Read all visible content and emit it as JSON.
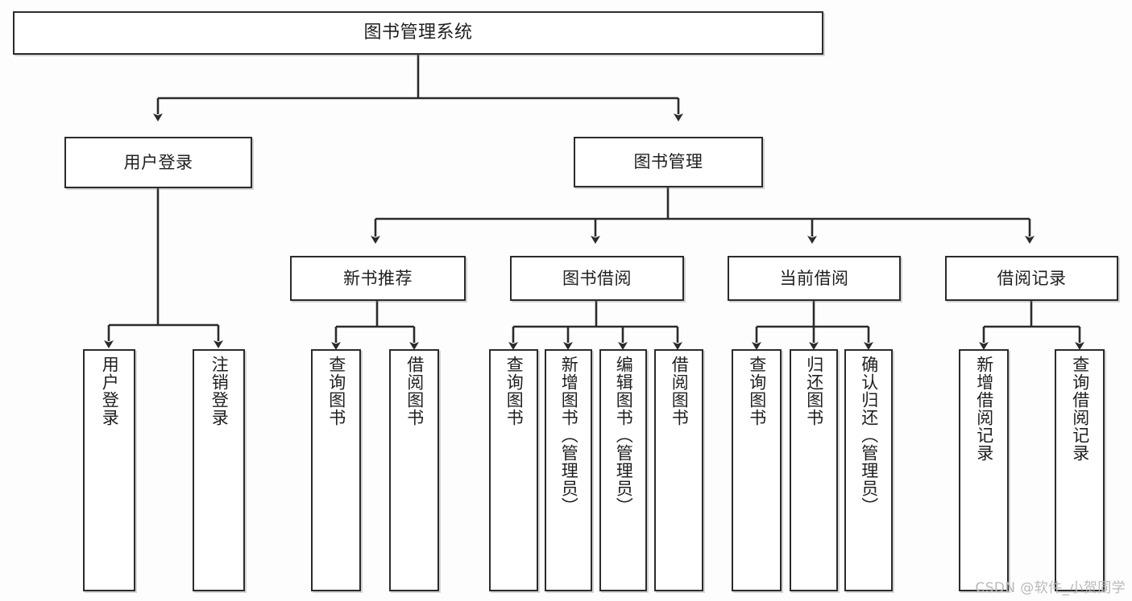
{
  "diagram": {
    "type": "tree",
    "title": "图书管理系统",
    "orientation": "top-down",
    "colors": {
      "background": "#fdfdfd",
      "node_fill": "#ffffff",
      "node_stroke": "#2b2b2b",
      "edge_stroke": "#2b2b2b",
      "text": "#1f1f1f",
      "watermark": "#b9b9b9"
    },
    "nodes": {
      "root": {
        "label": "图书管理系统",
        "level": 0
      },
      "n_user_login": {
        "label": "用户登录",
        "level": 1
      },
      "n_book_mgmt": {
        "label": "图书管理",
        "level": 1
      },
      "n_new_book_rec": {
        "label": "新书推荐",
        "level": 2
      },
      "n_book_borrow": {
        "label": "图书借阅",
        "level": 2
      },
      "n_current_borrow": {
        "label": "当前借阅",
        "level": 2
      },
      "n_borrow_record": {
        "label": "借阅记录",
        "level": 2
      },
      "l_user_login": {
        "label": "用户登录",
        "level": 3
      },
      "l_logout_login": {
        "label": "注销登录",
        "level": 3
      },
      "l_query_book_1": {
        "label": "查询图书",
        "level": 3
      },
      "l_borrow_book_1": {
        "label": "借阅图书",
        "level": 3
      },
      "l_query_book_2": {
        "label": "查询图书",
        "level": 3
      },
      "l_add_book": {
        "label": "新增图书（管理员）",
        "level": 3
      },
      "l_edit_book": {
        "label": "编辑图书（管理员）",
        "level": 3
      },
      "l_borrow_book_2": {
        "label": "借阅图书",
        "level": 3
      },
      "l_query_book_3": {
        "label": "查询图书",
        "level": 3
      },
      "l_return_book": {
        "label": "归还图书",
        "level": 3
      },
      "l_confirm_return": {
        "label": "确认归还（管理员）",
        "level": 3
      },
      "l_add_record": {
        "label": "新增借阅记录",
        "level": 3
      },
      "l_query_record": {
        "label": "查询借阅记录",
        "level": 3
      }
    },
    "edges": [
      {
        "from": "root",
        "to": "n_user_login"
      },
      {
        "from": "root",
        "to": "n_book_mgmt"
      },
      {
        "from": "n_user_login",
        "to": "l_user_login"
      },
      {
        "from": "n_user_login",
        "to": "l_logout_login"
      },
      {
        "from": "n_book_mgmt",
        "to": "n_new_book_rec"
      },
      {
        "from": "n_book_mgmt",
        "to": "n_book_borrow"
      },
      {
        "from": "n_book_mgmt",
        "to": "n_current_borrow"
      },
      {
        "from": "n_book_mgmt",
        "to": "n_borrow_record"
      },
      {
        "from": "n_new_book_rec",
        "to": "l_query_book_1"
      },
      {
        "from": "n_new_book_rec",
        "to": "l_borrow_book_1"
      },
      {
        "from": "n_book_borrow",
        "to": "l_query_book_2"
      },
      {
        "from": "n_book_borrow",
        "to": "l_add_book"
      },
      {
        "from": "n_book_borrow",
        "to": "l_edit_book"
      },
      {
        "from": "n_book_borrow",
        "to": "l_borrow_book_2"
      },
      {
        "from": "n_current_borrow",
        "to": "l_query_book_3"
      },
      {
        "from": "n_current_borrow",
        "to": "l_return_book"
      },
      {
        "from": "n_current_borrow",
        "to": "l_confirm_return"
      },
      {
        "from": "n_borrow_record",
        "to": "l_add_record"
      },
      {
        "from": "n_borrow_record",
        "to": "l_query_record"
      }
    ]
  },
  "watermark": {
    "text": "CSDN @软件_小贺同学"
  }
}
